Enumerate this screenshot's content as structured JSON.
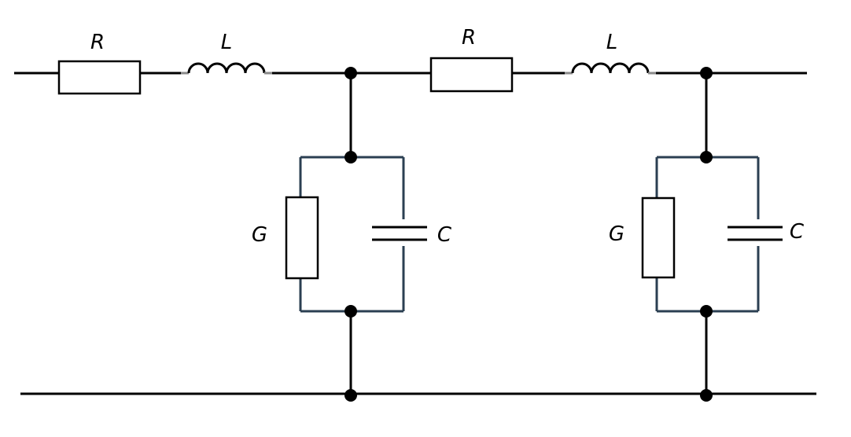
{
  "sections": [
    {
      "resistor_label": "R",
      "inductor_label": "L",
      "conductance_label": "G",
      "capacitor_label": "C"
    },
    {
      "resistor_label": "R",
      "inductor_label": "L",
      "conductance_label": "G",
      "capacitor_label": "C"
    }
  ],
  "colors": {
    "wire": "#000000",
    "shunt_branch": "#2b3f52",
    "node": "#000000"
  }
}
